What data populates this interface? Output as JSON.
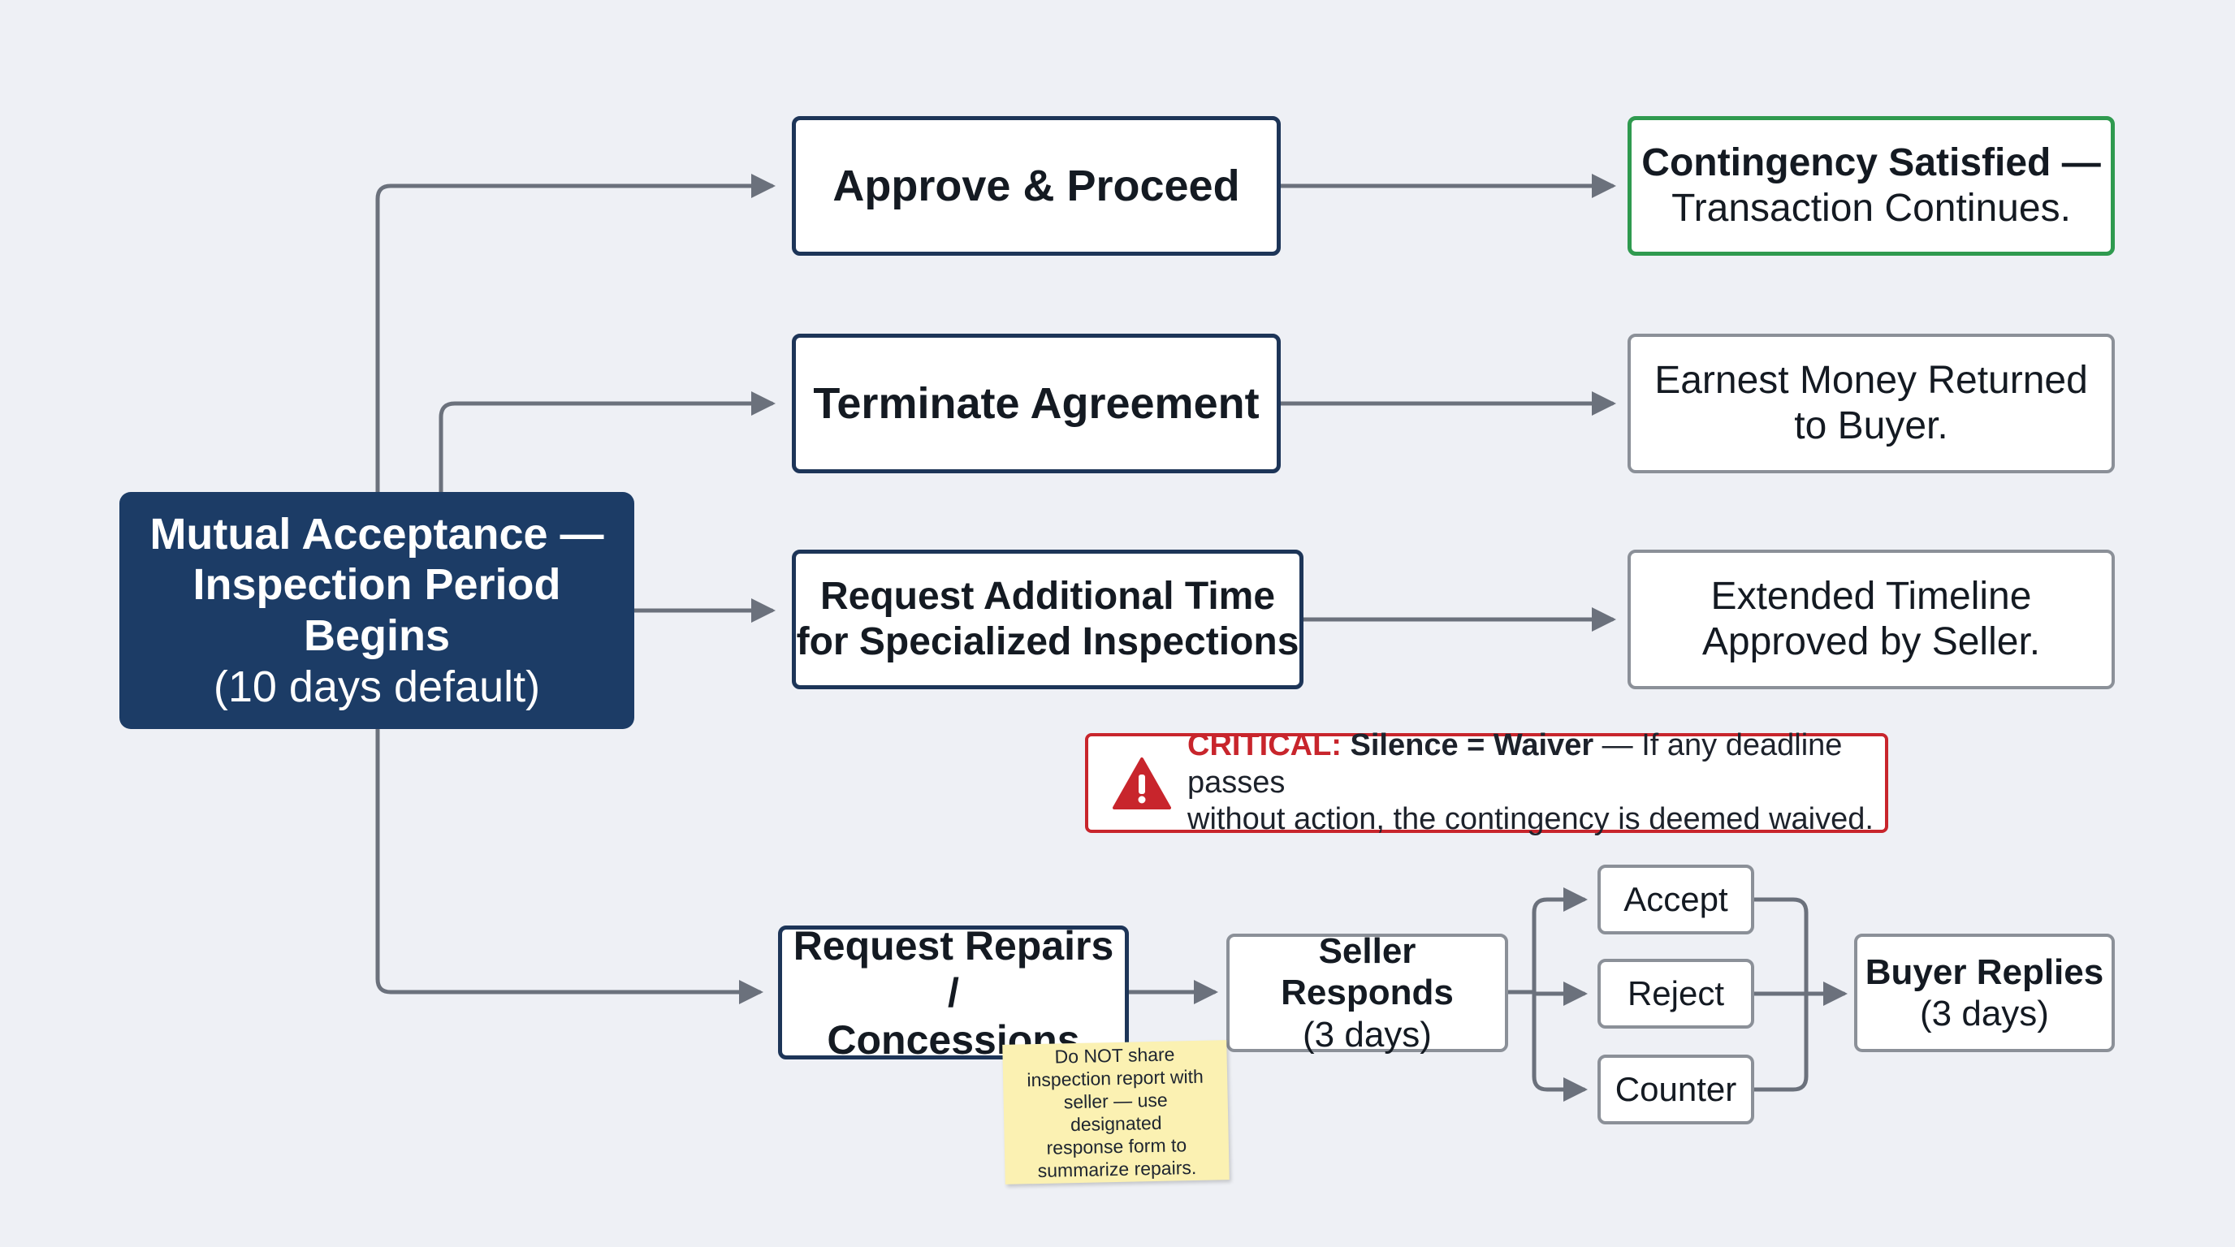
{
  "start": {
    "line1": "Mutual Acceptance —",
    "line2": "Inspection Period Begins",
    "line3": "(10 days default)"
  },
  "options": {
    "approve": "Approve & Proceed",
    "terminate": "Terminate Agreement",
    "request_time": [
      "Request Additional Time",
      "for Specialized Inspections"
    ],
    "request_repairs": [
      "Request Repairs /",
      "Concessions"
    ]
  },
  "outcomes": {
    "approve": [
      "Contingency Satisfied —",
      "Transaction Continues."
    ],
    "terminate": [
      "Earnest Money Returned",
      "to Buyer."
    ],
    "request_time": [
      "Extended Timeline",
      "Approved by Seller."
    ]
  },
  "repair_flow": {
    "seller": {
      "title": "Seller Responds",
      "days": "(3 days)"
    },
    "responses": [
      "Accept",
      "Reject",
      "Counter"
    ],
    "buyer": {
      "title": "Buyer Replies",
      "days": "(3 days)"
    }
  },
  "alert": {
    "critical": "CRITICAL:",
    "rule": "Silence = Waiver",
    "text1": " — If any deadline passes",
    "text2": "without action, the contingency is deemed waived.",
    "icon": "warning-triangle-icon"
  },
  "note": {
    "text": [
      "Do NOT share",
      "inspection report with",
      "seller — use designated",
      "response form to",
      "summarize repairs."
    ]
  },
  "colors": {
    "background": "#eef0f5",
    "start_fill": "#1c3c66",
    "navy_border": "#1d3558",
    "gray_border": "#8b9098",
    "green_border": "#2f9a4f",
    "alert_red": "#c8252c",
    "connector": "#6b717c",
    "note_fill": "#fbf1b2"
  }
}
